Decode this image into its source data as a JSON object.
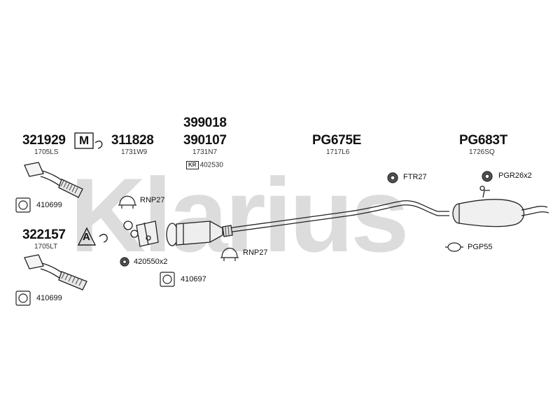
{
  "watermark": "Klarius",
  "parts": {
    "p321929": "321929",
    "s1705LS": "1705LS",
    "p311828": "311828",
    "s1731W9": "1731W9",
    "p399018": "399018",
    "p390107": "390107",
    "s1731N7": "1731N7",
    "kr_mark": "KR",
    "s402530": "402530",
    "pPG675E": "PG675E",
    "s1717L6": "1717L6",
    "pPG683T": "PG683T",
    "s1726SQ": "1726SQ",
    "p322157": "322157",
    "s1705LT": "1705LT"
  },
  "accessories": {
    "ftr27": "FTR27",
    "pgr26x2": "PGR26x2",
    "rnp27_top": "RNP27",
    "a410699_top": "410699",
    "rnp27_mid": "RNP27",
    "pgp55": "PGP55",
    "a420550x2": "420550x2",
    "a410697": "410697",
    "a410699_bottom": "410699"
  },
  "icons": {
    "m_icon": "M",
    "a_icon": "A"
  }
}
